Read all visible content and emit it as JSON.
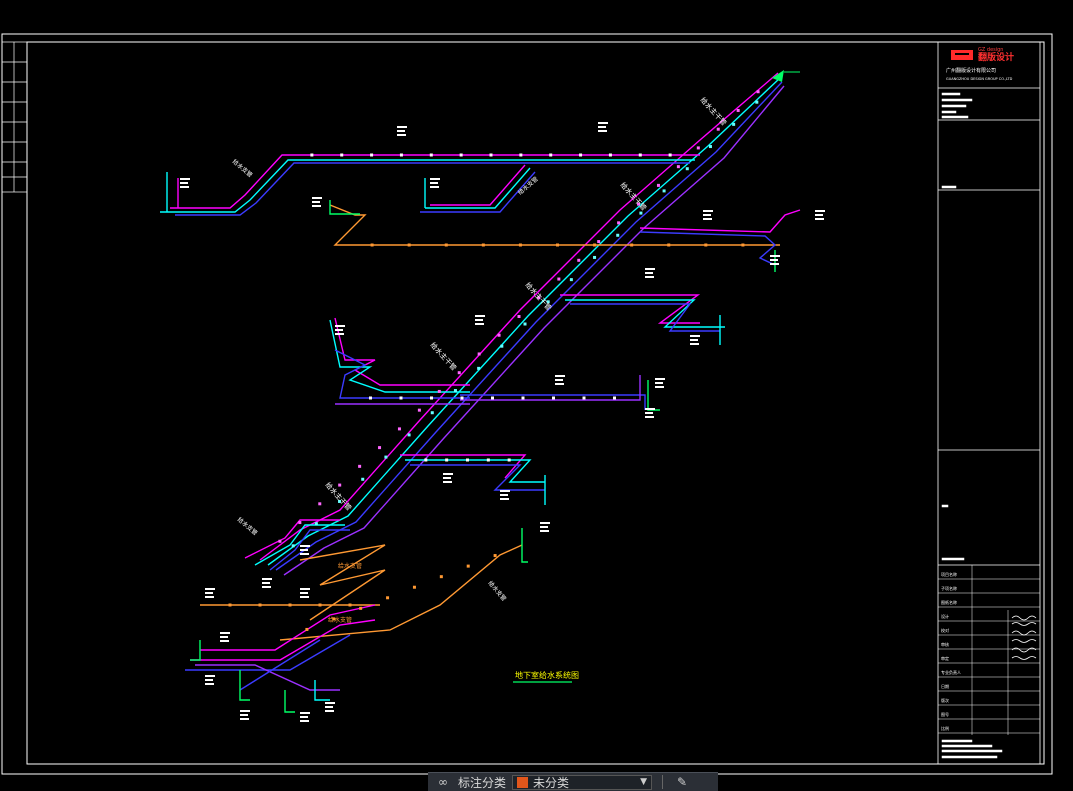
{
  "title_block": {
    "logo_tag": "GZ design",
    "logo_brand": "翻版设计",
    "company_cn": "广州翻版设计有限公司",
    "company_en": "GUANGZHOU DESIGN GROUP CO.,LTD",
    "rows": [
      "项目名称",
      "子项名称",
      "图纸名称",
      "设计",
      "校对",
      "审核",
      "审定",
      "专业负责人",
      "日期",
      "版次",
      "图号",
      "比例"
    ]
  },
  "drawing": {
    "caption": "地下室给水系统图",
    "main_riser_labels": [
      "给水主干管",
      "给水主干管",
      "给水主干管",
      "给水主干管",
      "给水主干管"
    ],
    "branch_labels": [
      "给水支管",
      "给水支管",
      "给水支管",
      "给水支管",
      "给水支管",
      "给水支管"
    ],
    "colors": {
      "magenta": "#ff00ff",
      "cyan": "#00ffff",
      "blue": "#3b3bff",
      "purple": "#9b30ff",
      "orange": "#ff9933",
      "green": "#00ff66",
      "white": "#ffffff",
      "yellow": "#ffff00"
    }
  },
  "bottom_bar": {
    "annotation_label": "标注分类",
    "category_value": "未分类",
    "category_color": "#e2561b",
    "link_icon": "link-icon",
    "edit_icon": "edit-icon"
  }
}
